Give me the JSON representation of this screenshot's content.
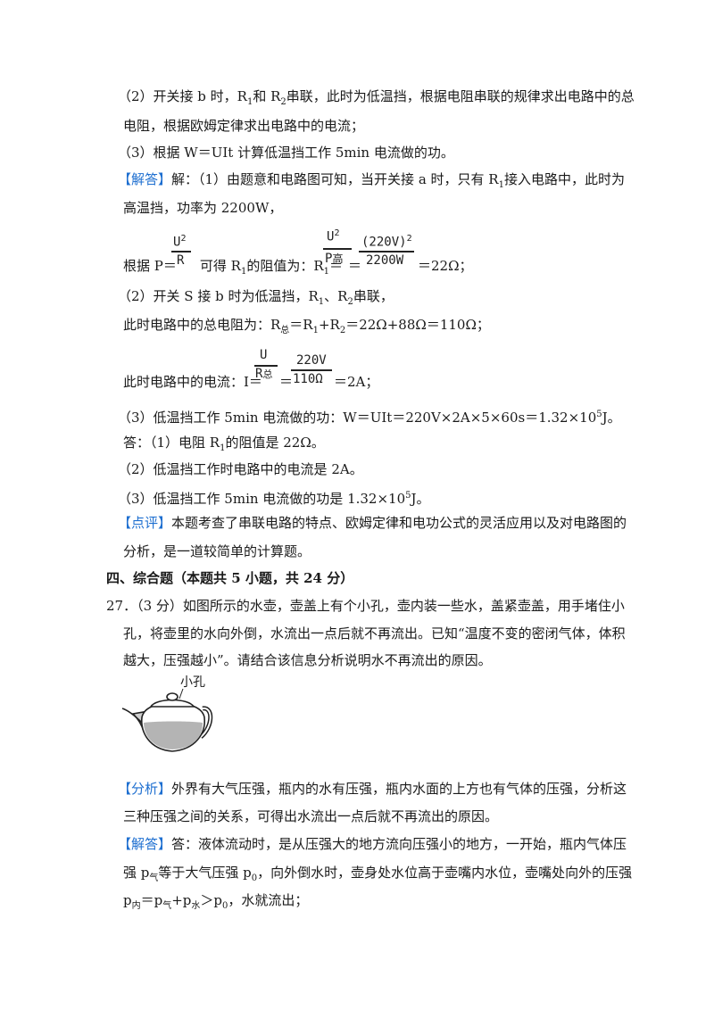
{
  "analysis": {
    "line2a": "（2）开关接 b 时，R",
    "line2b": "和 R",
    "line2c": "串联，此时为低温挡，根据电阻串联的规律求出电路中的总",
    "line2d": "电阻，根据欧姆定律求出电路中的电流；",
    "line3": "（3）根据 W＝UIt 计算低温挡工作 5min 电流做的功。"
  },
  "answer1": {
    "tag": "【解答】",
    "l1a": "解：（1）由题意和电路图可知，当开关接 a 时，只有 R",
    "l1b": "接入电路中，此时为",
    "l2": "高温挡，功率为 2200W，",
    "f1_pre": "根据 P＝",
    "f1_mid": "可得 R",
    "f1_mid2": "的阻值为：R",
    "f1_eq": "＝",
    "f1_num1": "U",
    "f1_sup1": "2",
    "f1_den1": "R",
    "f1_num2": "U",
    "f1_sup2": "2",
    "f1_den2": "P",
    "f1_den2sub": "高",
    "f1_eq2": "＝",
    "f1_num3": "(220V)",
    "f1_sup3": "2",
    "f1_den3": "2200W",
    "f1_res": "＝22Ω；",
    "p2_l1": "（2）开关 S 接 b 时为低温挡，R",
    "p2_l1b": "、R",
    "p2_l1c": "串联，",
    "p2_l2": "此时电路中的总电阻为：R",
    "p2_l2sub": "总",
    "p2_l2b": "＝R",
    "p2_l2c": "+R",
    "p2_l2d": "＝22Ω+88Ω＝110Ω；",
    "f2_pre": "此时电路中的电流：I＝",
    "f2_num1": "U",
    "f2_den1": "R",
    "f2_den1sub": "总",
    "f2_eq": "＝",
    "f2_num2": "220V",
    "f2_den2": "110Ω",
    "f2_res": "＝2A；",
    "p3": "（3）低温挡工作 5min 电流做的功：W＝UIt＝220V×2A×5×60s＝1.32×10",
    "p3sup": "5",
    "p3end": "J。",
    "ans_l1": "答：（1）电阻 R",
    "ans_l1b": "的阻值是 22Ω。",
    "ans_l2": "（2）低温挡工作时电路中的电流是 2A。",
    "ans_l3": "（3）低温挡工作 5min 电流做的功是 1.32×10",
    "ans_l3sup": "5",
    "ans_l3end": "J。"
  },
  "comment": {
    "tag": "【点评】",
    "l1": "本题考查了串联电路的特点、欧姆定律和电功公式的灵活应用以及对电路图的",
    "l2": "分析，是一道较简单的计算题。"
  },
  "section4": {
    "title": "四、综合题（本题共 5 小题，共 24 分）"
  },
  "q27": {
    "l1": "27．（3 分）如图所示的水壶，壶盖上有个小孔，壶内装一些水，盖紧壶盖，用手堵住小",
    "l2": "孔，将壶里的水向外倒，水流出一点后就不再流出。已知“温度不变的密闭气体，体积",
    "l3": "越大，压强越小”。请结合该信息分析说明水不再流出的原因。",
    "figure_label": "小孔"
  },
  "q27_analysis": {
    "tag": "【分析】",
    "l1": "外界有大气压强，瓶内的水有压强，瓶内水面的上方也有气体的压强，分析这",
    "l2": "三种压强之间的关系，可得出水流出一点后就不再流出的原因。"
  },
  "q27_answer": {
    "tag": "【解答】",
    "l1": "答：液体流动时，是从压强大的地方流向压强小的地方，一开始，瓶内气体压",
    "l2a": "强 p",
    "l2sub": "气",
    "l2b": "等于大气压强 p",
    "l2sub2": "0",
    "l2c": "，向外倒水时，壶身处水位高于壶嘴内水位，壶嘴处向外的压强",
    "l3a": "p",
    "l3sub1": "内",
    "l3b": "＝p",
    "l3sub2": "气",
    "l3c": "+p",
    "l3sub3": "水",
    "l3d": "＞p",
    "l3sub4": "0",
    "l3e": "，水就流出；"
  },
  "subs": {
    "one": "1",
    "two": "2"
  }
}
